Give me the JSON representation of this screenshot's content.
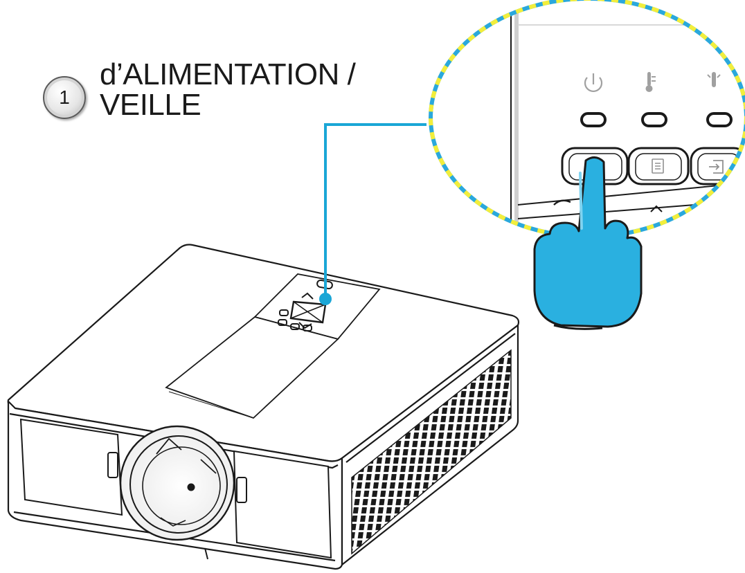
{
  "callout": {
    "number": "1",
    "label_line1": "d’ALIMENTATION /",
    "label_line2": "VEILLE"
  },
  "colors": {
    "leader_line": "#1aa6d6",
    "hand": "#2ab0e0",
    "zoom_border_primary": "#2aa8dc",
    "zoom_border_secondary": "#f2ee3c",
    "outline": "#1a1a1a"
  },
  "icons": {
    "power_led": "power-icon",
    "temp_led": "thermometer-icon",
    "lamp_led": "lamp-icon",
    "menu_button": "menu-icon",
    "source_button": "source-icon",
    "hand": "pointing-hand-icon"
  }
}
